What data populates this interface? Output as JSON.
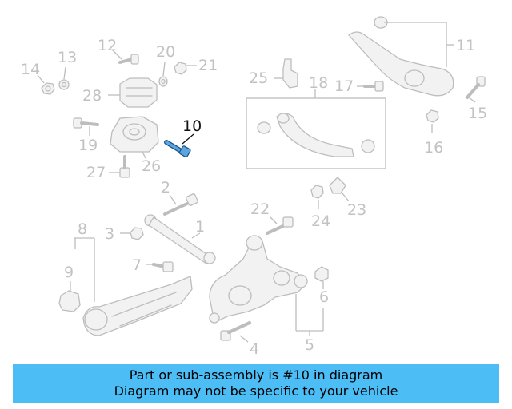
{
  "diagram": {
    "highlight_color": "#5aa7e0",
    "part_numbers": {
      "p1": "1",
      "p2": "2",
      "p3": "3",
      "p4": "4",
      "p5": "5",
      "p6": "6",
      "p7": "7",
      "p8": "8",
      "p9": "9",
      "p10": "10",
      "p11": "11",
      "p12": "12",
      "p13": "13",
      "p14": "14",
      "p15": "15",
      "p16": "16",
      "p17": "17",
      "p18": "18",
      "p19": "19",
      "p20": "20",
      "p21": "21",
      "p22": "22",
      "p23": "23",
      "p24": "24",
      "p25": "25",
      "p26": "26",
      "p27": "27",
      "p28": "28"
    }
  },
  "banner": {
    "line1": "Part or sub-assembly is #10 in diagram",
    "line2": "Diagram may not be specific to your vehicle",
    "color": "#4dbdf5"
  }
}
